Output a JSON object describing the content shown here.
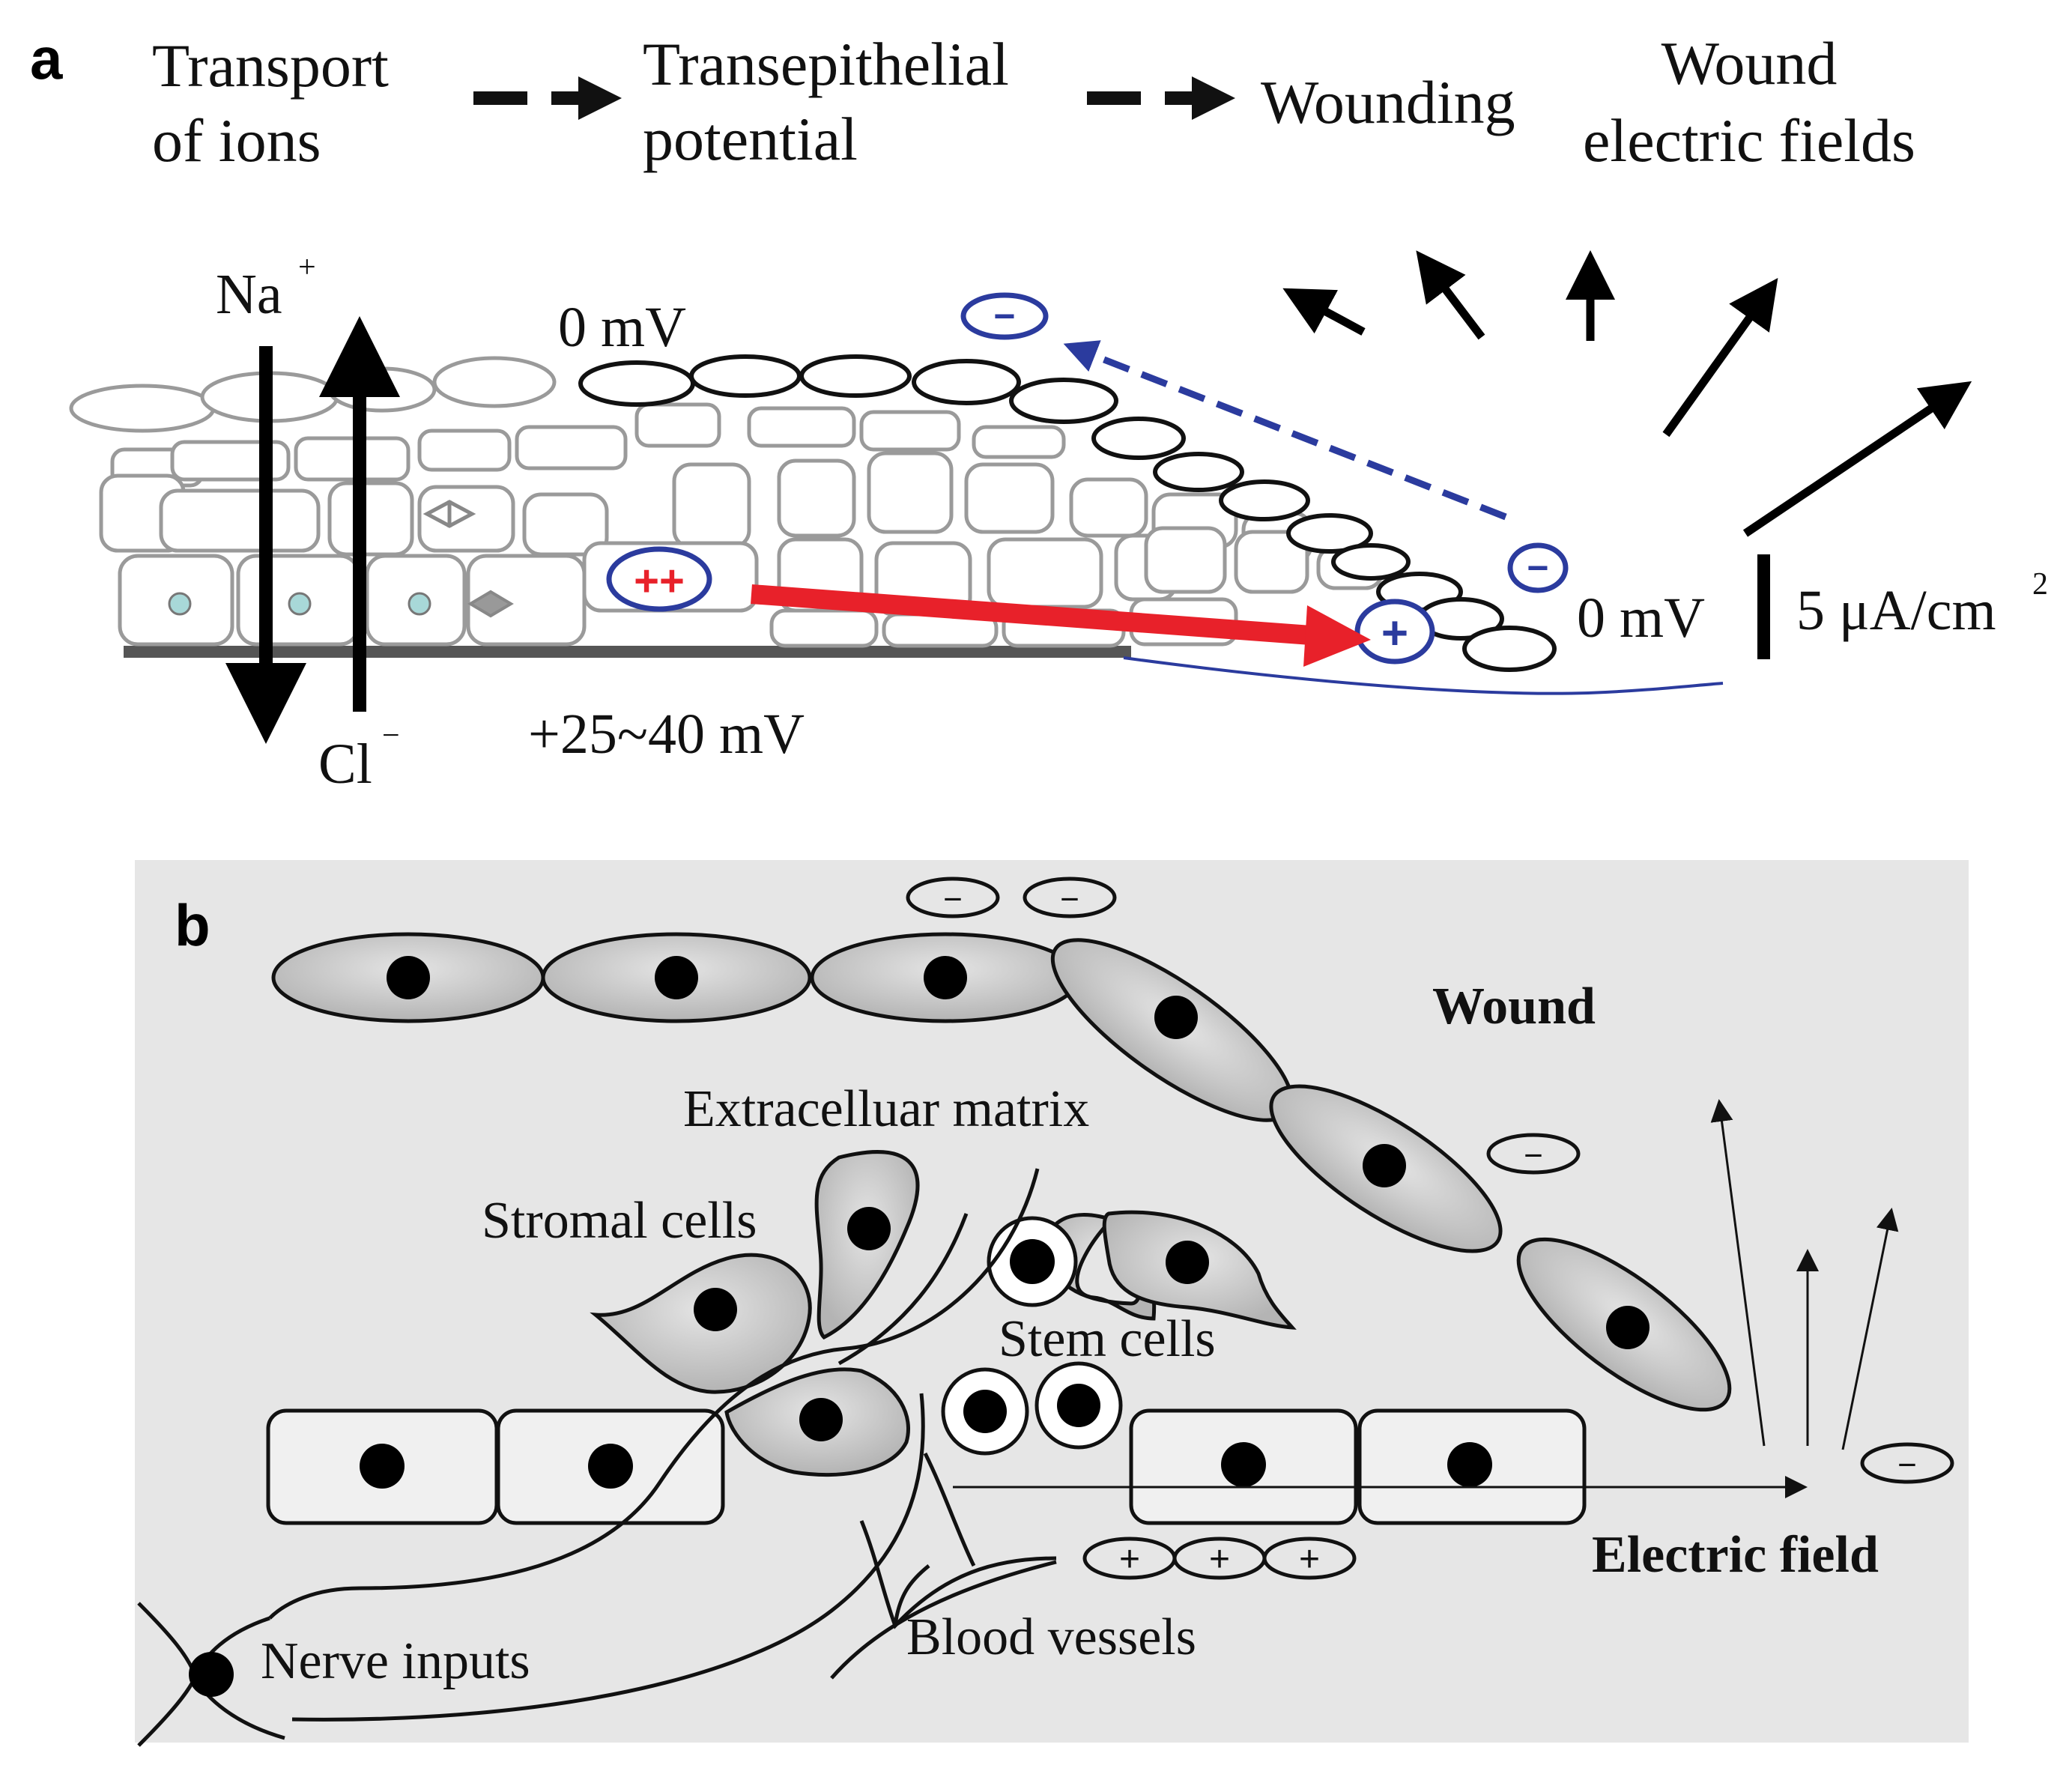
{
  "panel_a": {
    "label": "a",
    "flow": {
      "step1_line1": "Transport",
      "step1_line2": "of ions",
      "step2_line1": "Transepithelial",
      "step2_line2": "potential",
      "step3": "Wounding",
      "step4_line1": "Wound",
      "step4_line2": "electric fields"
    },
    "labels": {
      "na": "Na",
      "na_sup": "+",
      "cl": "Cl",
      "cl_sup": "−",
      "top_potential": "0 mV",
      "wound_potential": "0 mV",
      "basal_potential": "+25~40 mV",
      "scale": "5 μA/cm",
      "scale_sup": "2",
      "plus_plus": "++",
      "plus": "+",
      "minus": "−"
    },
    "colors": {
      "current_arrow": "#e8212a",
      "charge": "#2b3b9e",
      "flux_arrow": "#000000"
    }
  },
  "panel_b": {
    "label": "b",
    "labels": {
      "wound": "Wound",
      "ecm": "Extracelluar matrix",
      "stromal": "Stromal cells",
      "stem": "Stem cells",
      "nerve": "Nerve inputs",
      "blood": "Blood vessels",
      "field": "Electric field",
      "minus": "−",
      "plus": "+"
    },
    "colors": {
      "background": "#e6e6e6",
      "cell_fill": "#c4c4c4"
    }
  }
}
